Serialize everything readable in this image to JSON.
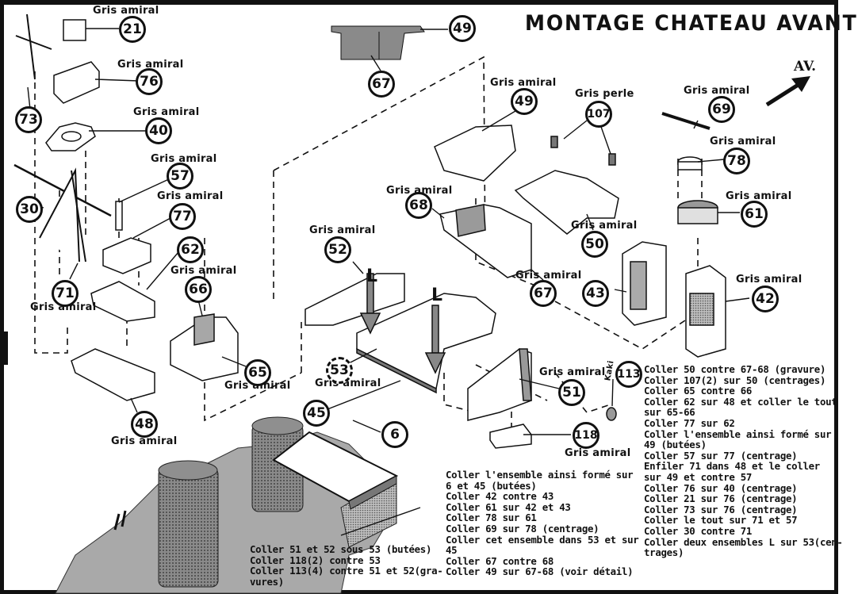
{
  "title": "MONTAGE CHATEAU AVANT",
  "direction_label": "AV.",
  "parts": [
    {
      "number": "21",
      "color_label": "Gris amiral"
    },
    {
      "number": "76",
      "color_label": "Gris amiral"
    },
    {
      "number": "40",
      "color_label": "Gris amiral"
    },
    {
      "number": "73",
      "color_label": ""
    },
    {
      "number": "57",
      "color_label": "Gris amiral"
    },
    {
      "number": "77",
      "color_label": "Gris amiral"
    },
    {
      "number": "30",
      "color_label": ""
    },
    {
      "number": "62",
      "color_label": ""
    },
    {
      "number": "71",
      "color_label": "Gris amiral"
    },
    {
      "number": "66",
      "color_label": "Gris amiral"
    },
    {
      "number": "65",
      "color_label": "Gris amiral"
    },
    {
      "number": "48",
      "color_label": "Gris amiral"
    },
    {
      "number": "49",
      "color_label": ""
    },
    {
      "number": "67",
      "color_label": ""
    },
    {
      "number": "49",
      "color_label": "Gris amiral"
    },
    {
      "number": "107",
      "color_label": "Gris perle"
    },
    {
      "number": "69",
      "color_label": "Gris amiral"
    },
    {
      "number": "78",
      "color_label": "Gris amiral"
    },
    {
      "number": "68",
      "color_label": "Gris amiral"
    },
    {
      "number": "61",
      "color_label": "Gris amiral"
    },
    {
      "number": "50",
      "color_label": "Gris amiral"
    },
    {
      "number": "52",
      "color_label": "Gris amiral"
    },
    {
      "number": "67",
      "color_label": "Gris amiral"
    },
    {
      "number": "43",
      "color_label": ""
    },
    {
      "number": "42",
      "color_label": "Gris amiral"
    },
    {
      "number": "53",
      "color_label": "Gris amiral"
    },
    {
      "number": "51",
      "color_label": "Gris amiral"
    },
    {
      "number": "113",
      "color_label": "Kaki"
    },
    {
      "number": "45",
      "color_label": ""
    },
    {
      "number": "6",
      "color_label": ""
    },
    {
      "number": "118",
      "color_label": "Gris amiral"
    }
  ],
  "instructions_left": [
    "Coller 51 et 52 sous 53 (butées)",
    "Coller 118(2) contre 53",
    "Coller 113(4) contre 51 et 52(gra-",
    "vures)"
  ],
  "instructions_middle": [
    "Coller l'ensemble ainsi formé sur",
    "6 et 45 (butées)",
    "Coller 42 contre 43",
    "Coller 61 sur 42 et 43",
    "Coller 78 sur 61",
    "Coller 69 sur 78 (centrage)",
    "Coller cet ensemble dans 53 et sur",
    "45",
    "Coller 67 contre 68",
    "Coller 49 sur 67-68 (voir détail)"
  ],
  "instructions_right": [
    "Coller 50 contre 67-68 (gravure)",
    "Coller 107(2) sur 50 (centrages)",
    "Coller 65 contre 66",
    "Coller 62 sur 48 et coller le tout",
    "sur 65-66",
    "Coller 77 sur 62",
    "Coller l'ensemble ainsi formé sur",
    "49 (butées)",
    "Coller 57 sur 77 (centrage)",
    "Enfiler 71 dans 48 et le coller",
    "sur 49 et contre 57",
    "Coller 76 sur 40 (centrage)",
    "Coller 21 sur 76 (centrage)",
    "Coller 73 sur 76 (centrage)",
    "Coller le tout sur 71 et 57",
    "Coller 30 contre 71",
    "Coller deux ensembles L sur 53(cen-",
    "trages)"
  ],
  "L_marker": "L",
  "colors": {
    "ink": "#111111",
    "paper": "#ffffff",
    "part_grey": "#9a9a9a"
  }
}
